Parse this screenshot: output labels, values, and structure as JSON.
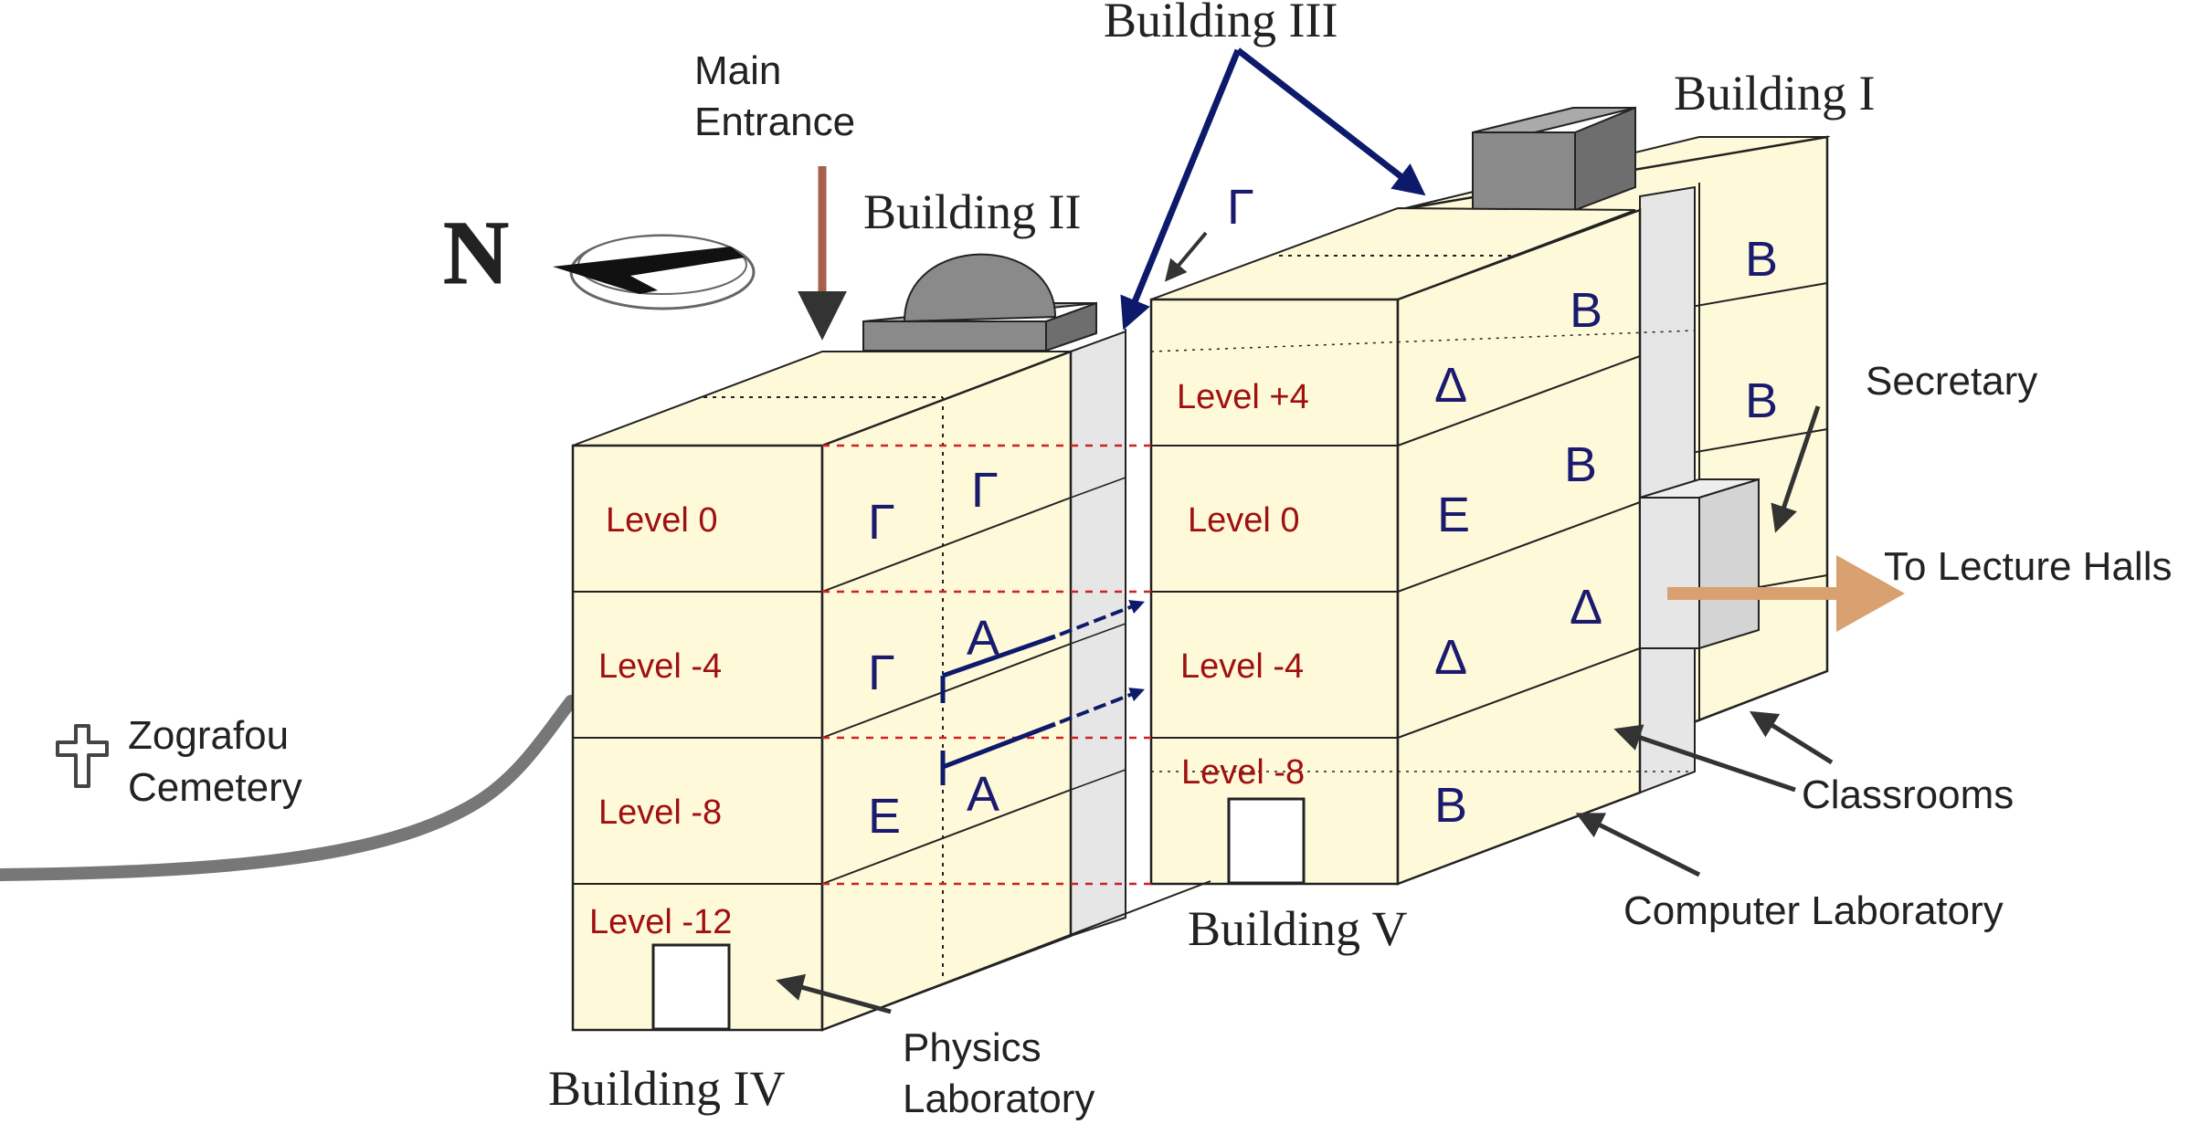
{
  "buildings": {
    "b1": "Building I",
    "b2": "Building II",
    "b3": "Building III",
    "b4": "Building IV",
    "b5": "Building V"
  },
  "labels": {
    "main_entrance_1": "Main",
    "main_entrance_2": "Entrance",
    "north": "N",
    "cemetery_1": "Zografou",
    "cemetery_2": "Cemetery",
    "secretary": "Secretary",
    "lecture_halls": "To Lecture Halls",
    "classrooms": "Classrooms",
    "computer_lab": "Computer Laboratory",
    "physics_lab_1": "Physics",
    "physics_lab_2": "Laboratory"
  },
  "levels_b4": [
    "Level 0",
    "Level -4",
    "Level -8",
    "Level -12"
  ],
  "levels_b5": [
    "Level +4",
    "Level 0",
    "Level -4",
    "Level -8"
  ],
  "sections": {
    "b4_gamma_0": "Γ",
    "b4_gamma_0b": "Γ",
    "b4_gamma_m4": "Γ",
    "b4_alpha_m4": "A",
    "b4_epsilon_m8": "E",
    "b4_alpha_m8": "A",
    "b3_gamma": "Γ",
    "b5_delta_p4": "Δ",
    "b5_epsilon_0": "E",
    "b5_delta_m4": "Δ",
    "b5_beta_m8": "B",
    "b1_beta_1": "B",
    "b1_beta_2": "B",
    "b1_beta_3": "B",
    "b1_beta_4": "B",
    "b1_delta": "Δ"
  },
  "colors": {
    "wall": "#fdf9d9",
    "outline": "#222222",
    "level_text": "#a01010",
    "section_text": "#1a1a6e",
    "navy_arrow": "#0d1a6b",
    "entrance_arrow": "#a8604a",
    "lecture_arrow": "#d9a070",
    "gray_block": "#8a8a8a",
    "corridor": "#e6e6e6",
    "road": "#777777"
  }
}
